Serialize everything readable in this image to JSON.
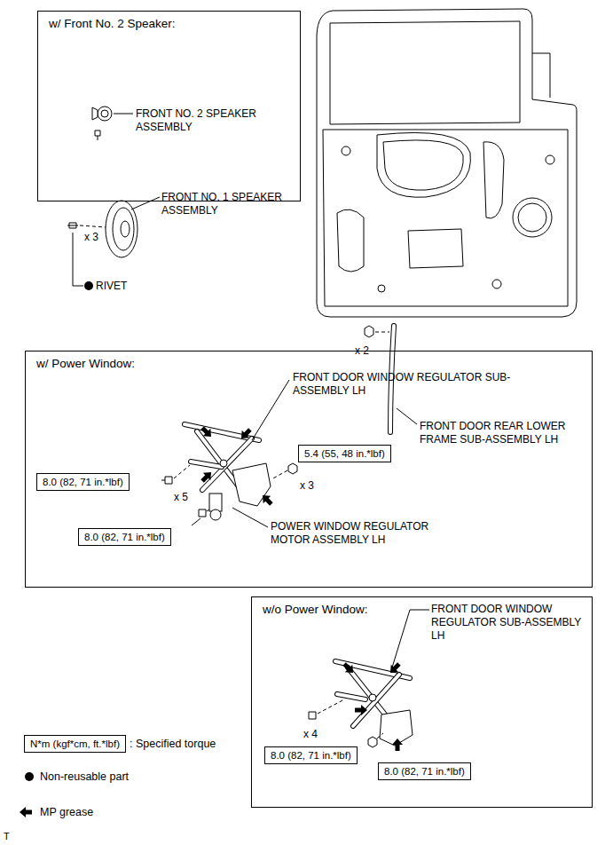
{
  "diagram": {
    "nodes": [
      {
        "text": [
          "w/ Front No. 2 Speaker:"
        ]
      },
      {
        "text": [
          "w/ Power Window:"
        ]
      },
      {
        "text": [
          "8.0 (82, 71 in.*lbf)"
        ],
        "in": 1
      },
      {
        "text": [
          "5.4 (55, 48 in.*lbf)"
        ],
        "in": 1
      },
      {
        "text": [
          "8.0 (82, 71 in.*lbf)"
        ],
        "in": 1
      },
      {
        "text": [
          "w/o Power Window:"
        ]
      },
      {
        "text": [
          "8.0 (82, 71 in.*lbf)"
        ],
        "in": 5
      },
      {
        "text": [
          "8.0 (82, 71 in.*lbf)"
        ],
        "in": 5
      },
      {
        "text": [
          "N*m (kgf*cm, ft.*lbf)"
        ]
      }
    ],
    "labels": [
      "FRONT NO. 2 SPEAKER ASSEMBLY",
      "FRONT NO. 1 SPEAKER ASSEMBLY",
      "x 3",
      "RIVET",
      "x 2",
      "FRONT DOOR REAR LOWER FRAME SUB-ASSEMBLY LH",
      "FRONT DOOR WINDOW REGULATOR SUB-ASSEMBLY LH",
      "x 5",
      "x 3",
      "POWER WINDOW REGULATOR MOTOR ASSEMBLY LH",
      "FRONT DOOR WINDOW REGULATOR SUB-ASSEMBLY LH",
      "x 4",
      "T"
    ],
    "legend": [
      {
        "text": ": Specified torque"
      },
      {
        "text": "Non-reusable part"
      },
      {
        "text": "MP grease"
      }
    ]
  }
}
